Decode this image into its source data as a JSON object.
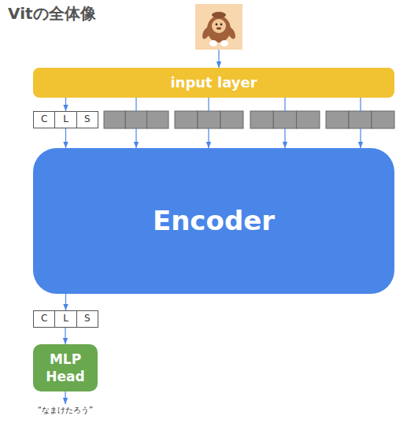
{
  "diagram": {
    "title": "Vitの全体像",
    "nodes": [
      {
        "text": [
          "input layer"
        ]
      },
      {
        "text": [
          "C",
          "L",
          "S"
        ]
      },
      {
        "text": [
          "Encoder"
        ]
      },
      {
        "text": [
          "C",
          "L",
          "S"
        ]
      },
      {
        "text": [
          "MLP Head"
        ]
      }
    ],
    "edges": [
      {
        "from": 0,
        "to": 1,
        "arrow": "to"
      },
      {
        "from": 1,
        "to": 2,
        "arrow": "to"
      },
      {
        "from": 2,
        "to": 3,
        "arrow": "to"
      },
      {
        "from": 3,
        "to": 4,
        "arrow": "to"
      }
    ],
    "labels": [
      "“なまけたろう”"
    ]
  }
}
